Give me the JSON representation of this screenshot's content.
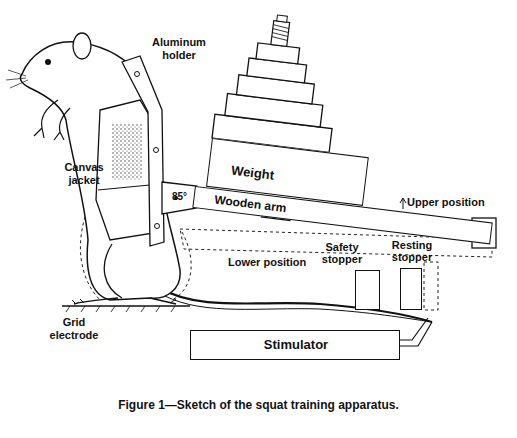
{
  "diagram": {
    "caption": "Figure 1—Sketch of the squat training apparatus.",
    "nodes": [
      {
        "text": [
          "Weight"
        ]
      },
      {
        "text": [
          "Wooden arm"
        ]
      },
      {
        "text": [
          "Safety stopper"
        ]
      },
      {
        "text": [
          "Resting stopper"
        ]
      },
      {
        "text": [
          "Stimulator"
        ]
      }
    ],
    "labels": [
      "Aluminum holder",
      "Canvas jacket",
      "85°",
      "Upper position",
      "Lower position",
      "Grid electrode"
    ]
  }
}
